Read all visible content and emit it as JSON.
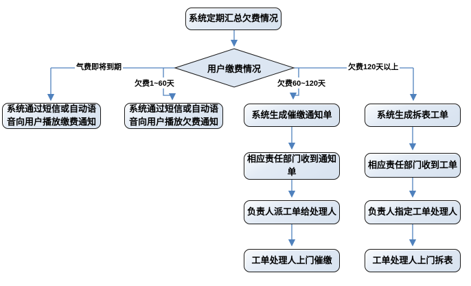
{
  "flowchart": {
    "start": {
      "label": "系统定期汇总欠费情况"
    },
    "decision": {
      "label": "用户缴费情况"
    },
    "branches": [
      {
        "condition": "气费即将到期",
        "steps": [
          "系统通过短信或自动语音向用户播放缴费通知"
        ]
      },
      {
        "condition": "欠费1~60天",
        "steps": [
          "系统通过短信或自动语音向用户播放欠费通知"
        ]
      },
      {
        "condition": "欠费60~120天",
        "steps": [
          "系统生成催缴通知单",
          "相应责任部门收到通知单",
          "负责人派工单给处理人",
          "工单处理人上门催缴"
        ]
      },
      {
        "condition": "欠费120天以上",
        "steps": [
          "系统生成拆表工单",
          "相应责任部门收到工单",
          "负责人指定工单处理人",
          "工单处理人上门拆表"
        ]
      }
    ],
    "colors": {
      "node_fill": "#dce6f2",
      "node_border": "#161616",
      "connector": "#4f81bd",
      "text": "#000000",
      "background": "#ffffff"
    }
  }
}
